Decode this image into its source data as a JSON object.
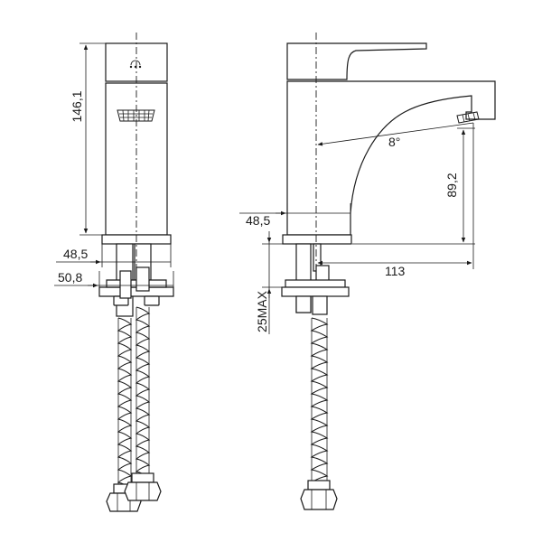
{
  "dimensions": {
    "front_height": "146,1",
    "front_width": "48,5",
    "front_base_width": "50,8",
    "side_width": "48,5",
    "spout_angle": "8°",
    "spout_height": "89,2",
    "spout_reach": "113",
    "max_thickness": "25MAX"
  }
}
